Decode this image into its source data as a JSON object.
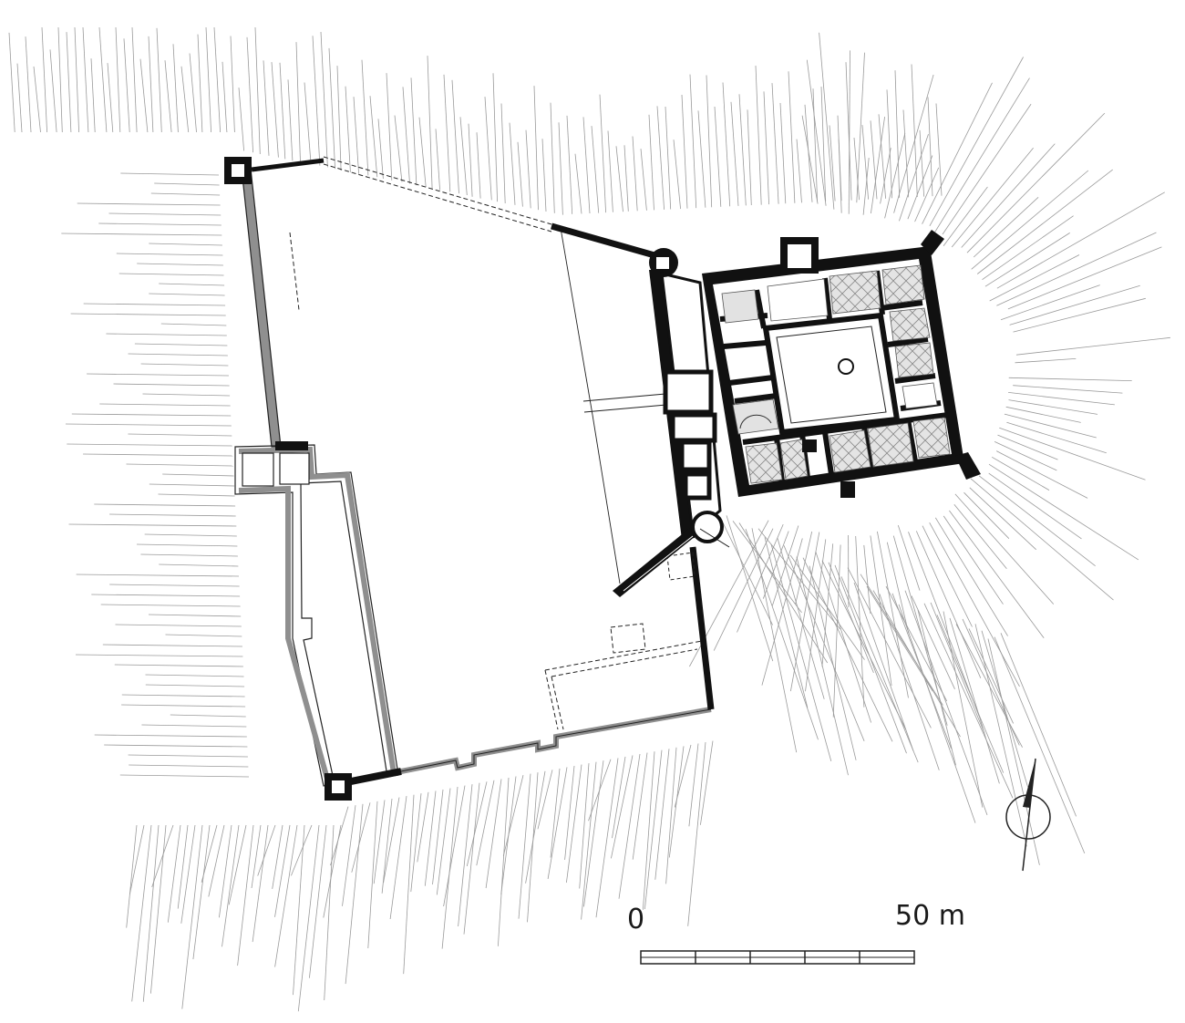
{
  "colors": {
    "wall_black": "#111111",
    "wall_gray": "#8f8f8f",
    "hatch": "#9a9a9a",
    "room_fill": "#e2e2e2",
    "background": "#ffffff"
  },
  "scale_bar": {
    "start_label": "0",
    "end_label": "50 m",
    "length_m": 50,
    "divisions": 5
  },
  "north_arrow": {
    "icon": "north-arrow-icon"
  }
}
